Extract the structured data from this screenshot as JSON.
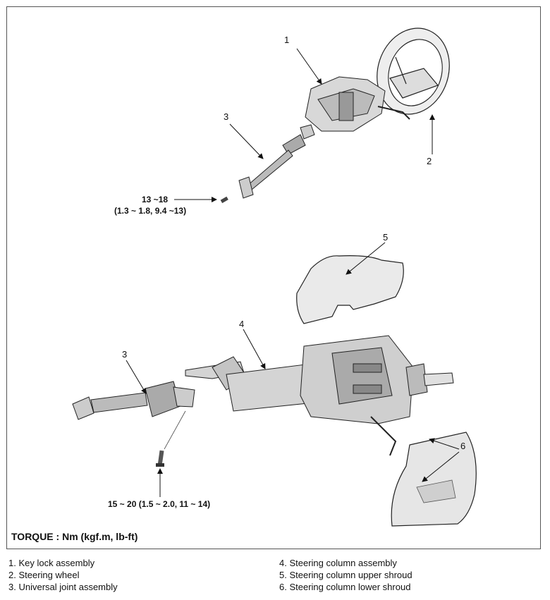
{
  "callouts": {
    "top": {
      "c1": "1",
      "c2": "2",
      "c3": "3"
    },
    "bottom": {
      "c3": "3",
      "c4": "4",
      "c5": "5",
      "c6": "6"
    }
  },
  "torque_top": {
    "line1": "13 ~18",
    "line2": "(1.3 ~ 1.8, 9.4 ~13)"
  },
  "torque_bottom": "15 ~ 20 (1.5 ~ 2.0, 11 ~ 14)",
  "footer": "TORQUE : Nm (kgf.m, lb-ft)",
  "legend": {
    "left": [
      "1. Key lock assembly",
      "2. Steering wheel",
      "3. Universal joint assembly"
    ],
    "right": [
      "4. Steering column assembly",
      "5. Steering column upper shroud",
      "6. Steering column lower shroud"
    ]
  }
}
